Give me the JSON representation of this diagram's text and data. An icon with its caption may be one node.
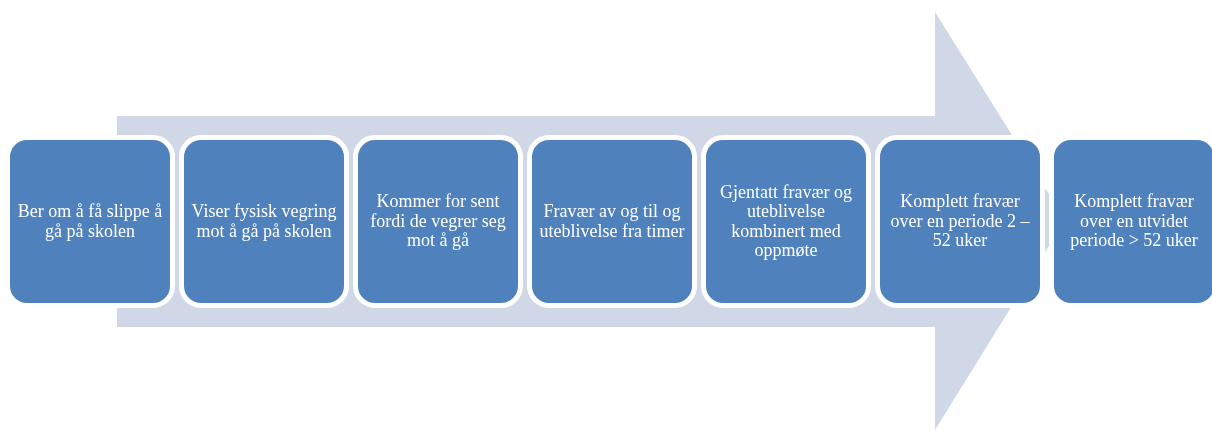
{
  "diagram": {
    "nodes": [
      {
        "text": [
          "Ber om å få slippe å gå på skolen"
        ]
      },
      {
        "text": [
          "Viser fysisk vegring mot å gå på skolen"
        ]
      },
      {
        "text": [
          "Kommer for sent fordi de vegrer seg mot å gå"
        ]
      },
      {
        "text": [
          "Fravær av og til og uteblivelse fra timer"
        ]
      },
      {
        "text": [
          "Gjentatt fravær og uteblivelse kombinert med oppmøte"
        ]
      },
      {
        "text": [
          "Komplett fravær over en periode 2 – 52 uker"
        ]
      },
      {
        "text": [
          "Komplett fravær over en utvidet periode > 52 uker"
        ]
      }
    ]
  }
}
